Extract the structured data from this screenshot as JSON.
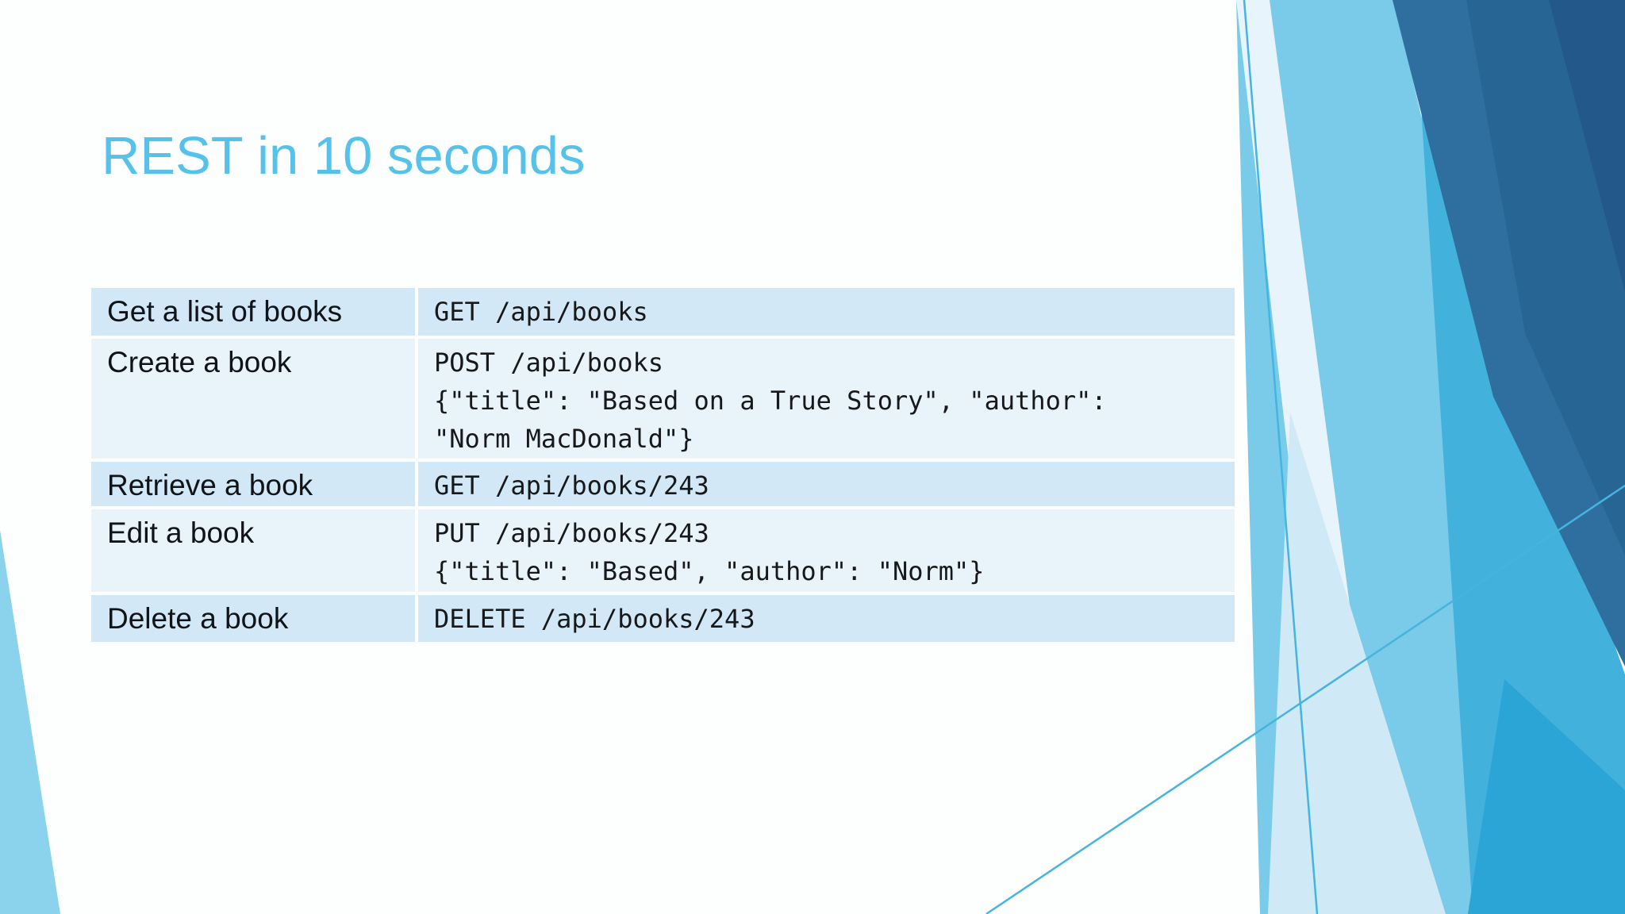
{
  "slide": {
    "title": "REST in 10 seconds"
  },
  "table": {
    "rows": [
      {
        "action": "Get a list of books",
        "shade": "dark",
        "code": [
          "GET /api/books"
        ]
      },
      {
        "action": "Create a book",
        "shade": "light",
        "code": [
          "POST /api/books",
          "{\"title\": \"Based on a True Story\", \"author\":",
          "\"Norm MacDonald\"}"
        ]
      },
      {
        "action": "Retrieve a book",
        "shade": "dark",
        "code": [
          "GET /api/books/243"
        ]
      },
      {
        "action": "Edit a book",
        "shade": "light",
        "code": [
          "PUT /api/books/243",
          "{\"title\": \"Based\", \"author\": \"Norm\"}"
        ]
      },
      {
        "action": "Delete a book",
        "shade": "dark",
        "code": [
          "DELETE /api/books/243"
        ]
      }
    ]
  },
  "colors": {
    "accent": "#56c2e9",
    "row_dark": "#d2e8f6",
    "row_light": "#e9f3fa",
    "bg_light_mass": "#79cbe9",
    "bg_pale": "#cfe9f6",
    "bg_paler": "#e8f4fb",
    "bg_medium": "#42b2dd",
    "bg_deep": "#2ba4d6",
    "bg_dark": "#2e6fa0",
    "bg_darker": "#276595",
    "bg_darkest": "#23598a",
    "bg_corner": "#8bd3ec",
    "bg_line": "#45b4de"
  }
}
